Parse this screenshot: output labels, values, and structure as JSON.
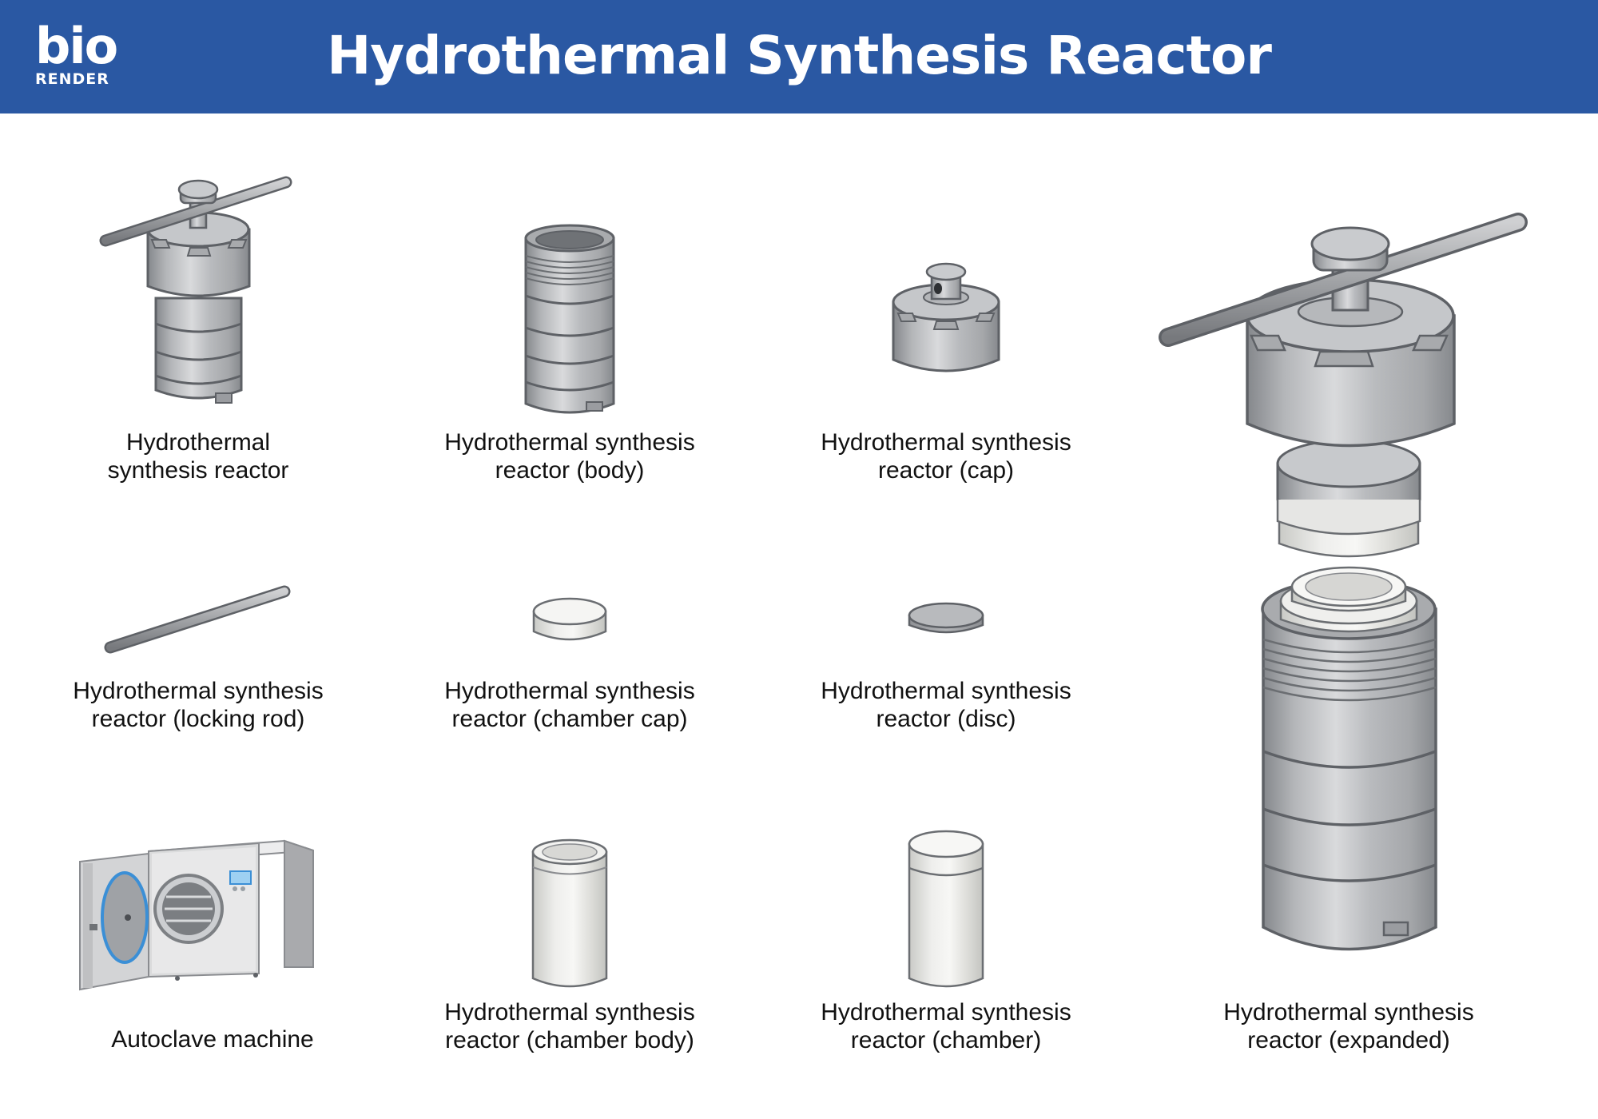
{
  "header": {
    "logo_mark": "bio",
    "logo_word": "RENDER",
    "title": "Hydrothermal Synthesis Reactor"
  },
  "colors": {
    "banner": "#2a58a3",
    "steel": "#b7b9bd",
    "steel_dark": "#8d9094",
    "outline": "#5e6166",
    "ptfe": "#ececea",
    "autoclave_accent": "#3b8fd6"
  },
  "items": [
    {
      "label": "Hydrothermal\nsynthesis reactor",
      "icon": "assembled-reactor-icon"
    },
    {
      "label": "Hydrothermal synthesis\nreactor (body)",
      "icon": "reactor-body-icon"
    },
    {
      "label": "Hydrothermal synthesis\nreactor (cap)",
      "icon": "reactor-cap-icon"
    },
    {
      "label": "Hydrothermal synthesis\nreactor (locking rod)",
      "icon": "locking-rod-icon"
    },
    {
      "label": "Hydrothermal synthesis\nreactor (chamber cap)",
      "icon": "chamber-cap-icon"
    },
    {
      "label": "Hydrothermal synthesis\nreactor (disc)",
      "icon": "disc-icon"
    },
    {
      "label": "Autoclave machine",
      "icon": "autoclave-icon"
    },
    {
      "label": "Hydrothermal synthesis\nreactor (chamber body)",
      "icon": "chamber-body-icon"
    },
    {
      "label": "Hydrothermal synthesis\nreactor (chamber)",
      "icon": "chamber-icon"
    },
    {
      "label": "Hydrothermal synthesis\nreactor (expanded)",
      "icon": "expanded-reactor-icon"
    }
  ]
}
